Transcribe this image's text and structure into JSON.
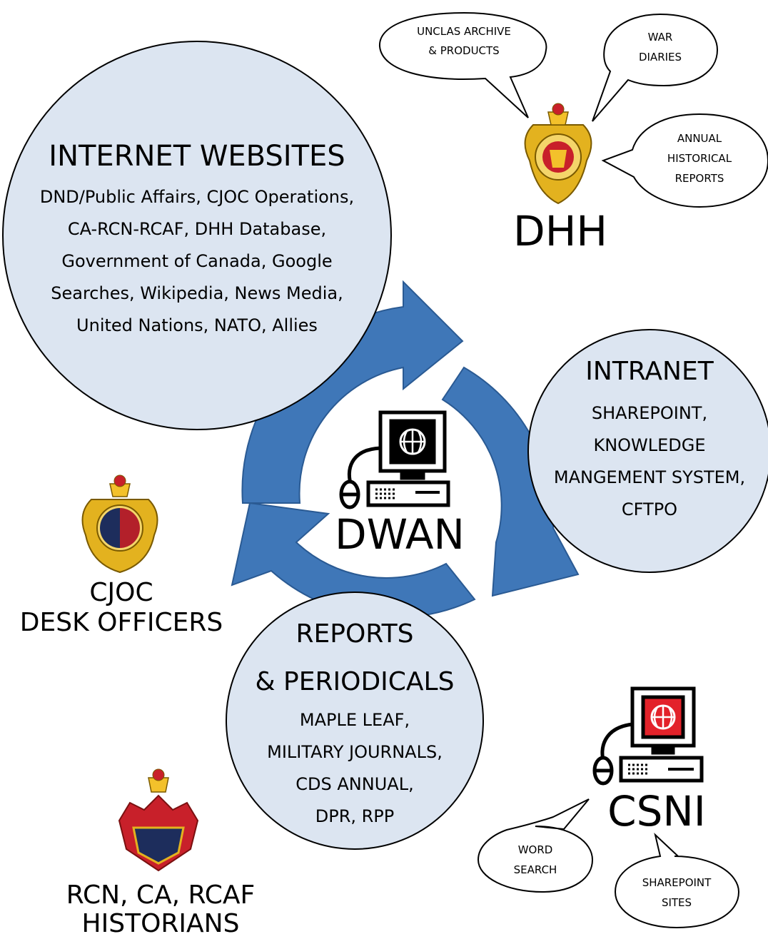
{
  "internet": {
    "title": "INTERNET WEBSITES",
    "lines": [
      "DND/Public Affairs, CJOC Operations,",
      "CA-RCN-RCAF, DHH Database,",
      "Government of Canada, Google",
      "Searches, Wikipedia, News Media,",
      "United Nations, NATO, Allies"
    ]
  },
  "intranet": {
    "title": "INTRANET",
    "lines": [
      "SHAREPOINT,",
      "KNOWLEDGE",
      "MANGEMENT SYSTEM,",
      "CFTPO"
    ]
  },
  "reports": {
    "title_lines": [
      "REPORTS",
      "& PERIODICALS"
    ],
    "lines": [
      "MAPLE LEAF,",
      "MILITARY JOURNALS,",
      "CDS ANNUAL,",
      "DPR, RPP"
    ]
  },
  "dwan": {
    "label": "DWAN"
  },
  "dhh": {
    "label": "DHH",
    "bubbles": [
      [
        "UNCLAS ARCHIVE",
        "& PRODUCTS"
      ],
      [
        "WAR",
        "DIARIES"
      ],
      [
        "ANNUAL",
        "HISTORICAL",
        "REPORTS"
      ]
    ]
  },
  "cjoc": {
    "lines": [
      "CJOC",
      "DESK OFFICERS"
    ]
  },
  "historians": {
    "lines": [
      "RCN, CA, RCAF",
      "HISTORIANS"
    ]
  },
  "csni": {
    "label": "CSNI",
    "bubbles": [
      [
        "WORD",
        "SEARCH"
      ],
      [
        "SHAREPOINT",
        "SITES"
      ]
    ]
  },
  "colors": {
    "circle_fill": "#dce5f1",
    "arrow_fill": "#3f77b8",
    "arrow_stroke": "#2a5a93",
    "csni_screen": "#e3222a"
  }
}
